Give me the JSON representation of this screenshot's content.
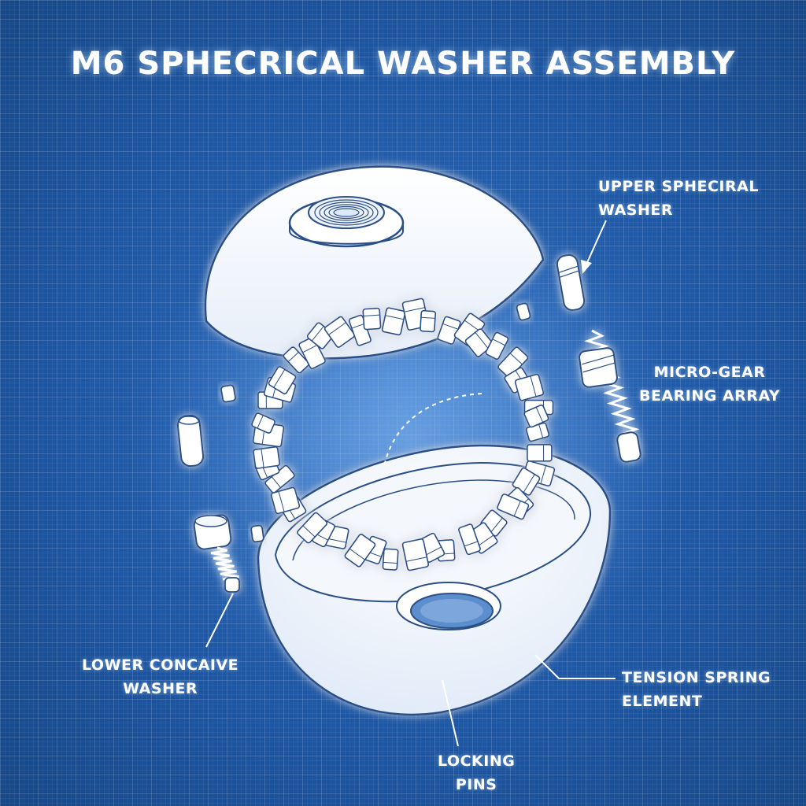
{
  "title": "M6 SPHECRICAL WASHER ASSEMBLY",
  "labels": {
    "upper_washer": [
      "UPPER SPHECIRAL",
      "WASHER"
    ],
    "gear_array": [
      "MICRO-GEAR",
      "BEARING ARRAY"
    ],
    "lower_washer": [
      "LOWER CONCAIVE",
      "WASHER"
    ],
    "tension_spring": [
      "TENSION SPRING",
      "ELEMENT"
    ],
    "locking_pins": [
      "LOCKING",
      "PINS"
    ]
  },
  "colors": {
    "background": "#1f5aa8",
    "part_fill": "#ffffff",
    "line": "#2b4f86",
    "text": "#ffffff"
  }
}
